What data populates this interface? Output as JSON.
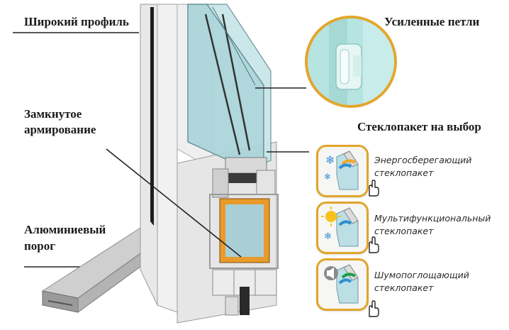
{
  "labels": {
    "wide_profile": "Широкий профиль",
    "closed_reinforcement_line1": "Замкнутое",
    "closed_reinforcement_line2": "армирование",
    "aluminum_threshold_line1": "Алюминиевый",
    "aluminum_threshold_line2": "порог",
    "reinforced_hinges": "Усиленные петли",
    "glass_unit_choice": "Стеклопакет на выбор"
  },
  "options": [
    {
      "line1": "Энергосберегающий",
      "line2": "стеклопакет",
      "icon": "snowflake-icon"
    },
    {
      "line1": "Мультифункциональный",
      "line2": "стеклопакет",
      "icon": "sun-snow-icon"
    },
    {
      "line1": "Шумопоглощающий",
      "line2": "стеклопакет",
      "icon": "speaker-icon"
    }
  ],
  "colors": {
    "accent_orange": "#e0a52a",
    "glass_blue": "#9fd0d6",
    "profile_grey": "#dcdcdc",
    "reinforcement_orange": "#e89a2a"
  }
}
